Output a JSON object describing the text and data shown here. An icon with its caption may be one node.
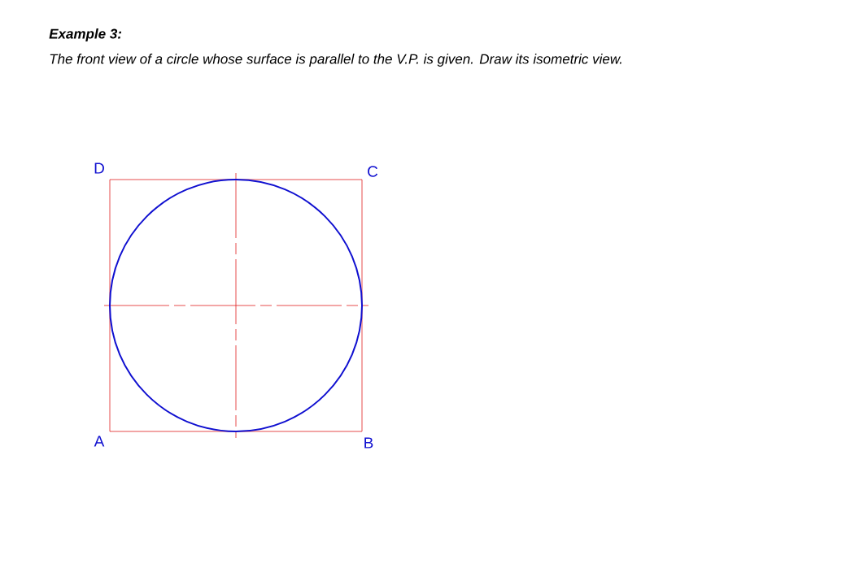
{
  "diagram": {
    "title": "Example 3:",
    "labels": [
      "The front view of a circle whose surface is parallel to the V.P. is given.  Draw its isometric view.",
      "D",
      "C",
      "A",
      "B"
    ]
  }
}
